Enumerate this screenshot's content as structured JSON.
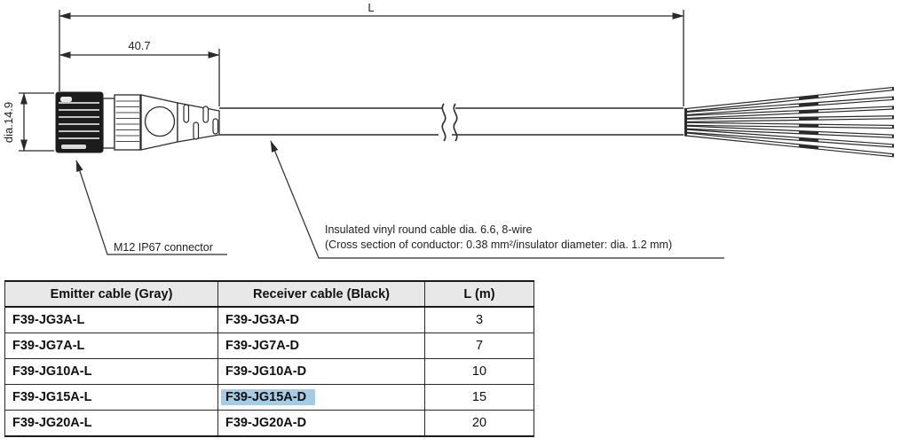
{
  "diagram": {
    "dim_overall_label": "L",
    "dim_connector_label": "40.7",
    "dim_diameter_label": "dia.14.9",
    "connector_note": "M12 IP67 connector",
    "cable_note_line1": "Insulated vinyl round cable dia. 6.6, 8-wire",
    "cable_note_line2": "(Cross section of conductor: 0.38 mm²/insulator diameter: dia. 1.2 mm)"
  },
  "table": {
    "headers": [
      "Emitter cable (Gray)",
      "Receiver cable (Black)",
      "L (m)"
    ],
    "rows": [
      {
        "emitter": "F39-JG3A-L",
        "receiver": "F39-JG3A-D",
        "length": "3",
        "highlight": false
      },
      {
        "emitter": "F39-JG7A-L",
        "receiver": "F39-JG7A-D",
        "length": "7",
        "highlight": false
      },
      {
        "emitter": "F39-JG10A-L",
        "receiver": "F39-JG10A-D",
        "length": "10",
        "highlight": false
      },
      {
        "emitter": "F39-JG15A-L",
        "receiver": "F39-JG15A-D",
        "length": "15",
        "highlight": true
      },
      {
        "emitter": "F39-JG20A-L",
        "receiver": "F39-JG20A-D",
        "length": "20",
        "highlight": false
      }
    ]
  },
  "colors": {
    "line": "#2a2a2a",
    "highlight": "#a6cbe4",
    "header_bg": "#e8e8e8"
  }
}
